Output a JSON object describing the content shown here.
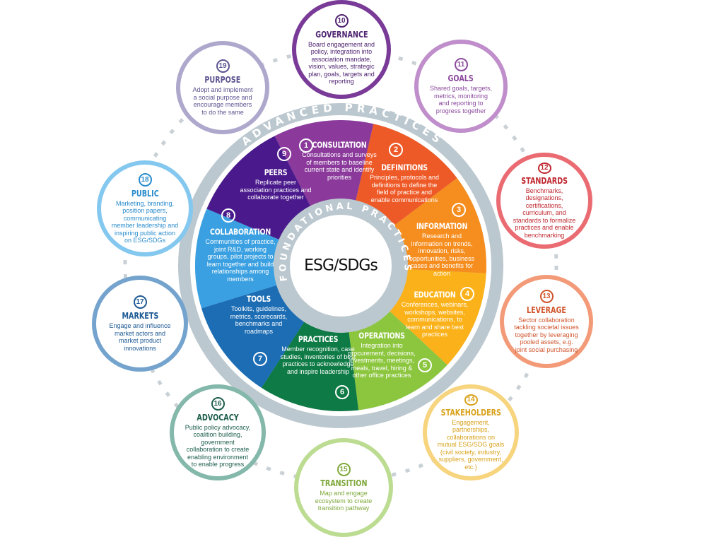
{
  "center_label": "ESG/SDGs",
  "rings": {
    "outer": "ADVANCED PRACTICES",
    "inner": "FOUNDATIONAL PRACTICES"
  },
  "foundational": [
    {
      "num": "1",
      "title": "CONSULTATION",
      "desc": "Consultations and surveys of members to baseline current state and identify priorities",
      "color": "#8b3a9c"
    },
    {
      "num": "2",
      "title": "DEFINITIONS",
      "desc": "Principles, protocols and definitions to define the field of practice and enable communications",
      "color": "#ee5a27"
    },
    {
      "num": "3",
      "title": "INFORMATION",
      "desc": "Research and information on trends, innovation, risks, opportunities, business cases and benefits for action",
      "color": "#f68e1f"
    },
    {
      "num": "4",
      "title": "EDUCATION",
      "desc": "Conferences, webinars, workshops, websites, communications, to learn and share best practices",
      "color": "#fbb21a"
    },
    {
      "num": "5",
      "title": "OPERATIONS",
      "desc": "Integration into procurement, decisions, investments, meetings, meals, travel, hiring & other office practices",
      "color": "#8cc63f"
    },
    {
      "num": "6",
      "title": "PRACTICES",
      "desc": "Member recognition, case studies, inventories of best practices to acknowledge and inspire leadership",
      "color": "#0e7a45"
    },
    {
      "num": "7",
      "title": "TOOLS",
      "desc": "Toolkits, guidelines, metrics, scorecards, benchmarks and roadmaps",
      "color": "#1c6db4"
    },
    {
      "num": "8",
      "title": "COLLABORATION",
      "desc": "Communities of practice, joint R&D, working groups, pilot projects to learn together and build relationships among members",
      "color": "#3aa0e1"
    },
    {
      "num": "9",
      "title": "PEERS",
      "desc": "Replicate peer association practices and collaborate together",
      "color": "#4a1a8c"
    }
  ],
  "advanced": [
    {
      "num": "10",
      "title": "GOVERNANCE",
      "desc": "Board engagement and policy, integration into association mandate, vision, values, strategic plan, goals, targets and reporting",
      "color": "#7a3b98",
      "text_color": "#4e2370"
    },
    {
      "num": "11",
      "title": "GOALS",
      "desc": "Shared goals, targets, metrics, monitoring and reporting to progress together",
      "color": "#c08ecb",
      "text_color": "#8a4a9c"
    },
    {
      "num": "12",
      "title": "STANDARDS",
      "desc": "Benchmarks, designations, certifications, curriculum, and standards to formalize practices and enable benchmarking",
      "color": "#ea6b72",
      "text_color": "#c0272f"
    },
    {
      "num": "13",
      "title": "LEVERAGE",
      "desc": "Sector collaboration tackling societal issues together by leveraging pooled assets, e.g. joint social purchasing",
      "color": "#f39a78",
      "text_color": "#d0552c"
    },
    {
      "num": "14",
      "title": "STAKEHOLDERS",
      "desc": "Engagement, partnerships, collaborations on mutual ESG/SDG goals (civil society, industry, suppliers, government, etc.)",
      "color": "#f7d47e",
      "text_color": "#d9a21c"
    },
    {
      "num": "15",
      "title": "TRANSITION",
      "desc": "Map and engage ecosystem to create transition pathway",
      "color": "#bcdc92",
      "text_color": "#7fa83a"
    },
    {
      "num": "16",
      "title": "ADVOCACY",
      "desc": "Public policy advocacy, coalition building, government collaboration to create enabling environment to enable progress",
      "color": "#84b8ab",
      "text_color": "#1d5e4c"
    },
    {
      "num": "17",
      "title": "MARKETS",
      "desc": "Engage and influence market actors and market product innovations",
      "color": "#74a3cd",
      "text_color": "#1e5a94"
    },
    {
      "num": "18",
      "title": "PUBLIC",
      "desc": "Marketing, branding, position papers, communicating member leadership and inspiring public action on ESG/SDGs",
      "color": "#84c8ef",
      "text_color": "#2a8ccc"
    },
    {
      "num": "19",
      "title": "PURPOSE",
      "desc": "Adopt and implement a social purpose and encourage members to do the same",
      "color": "#aea8cd",
      "text_color": "#5d5591"
    }
  ]
}
